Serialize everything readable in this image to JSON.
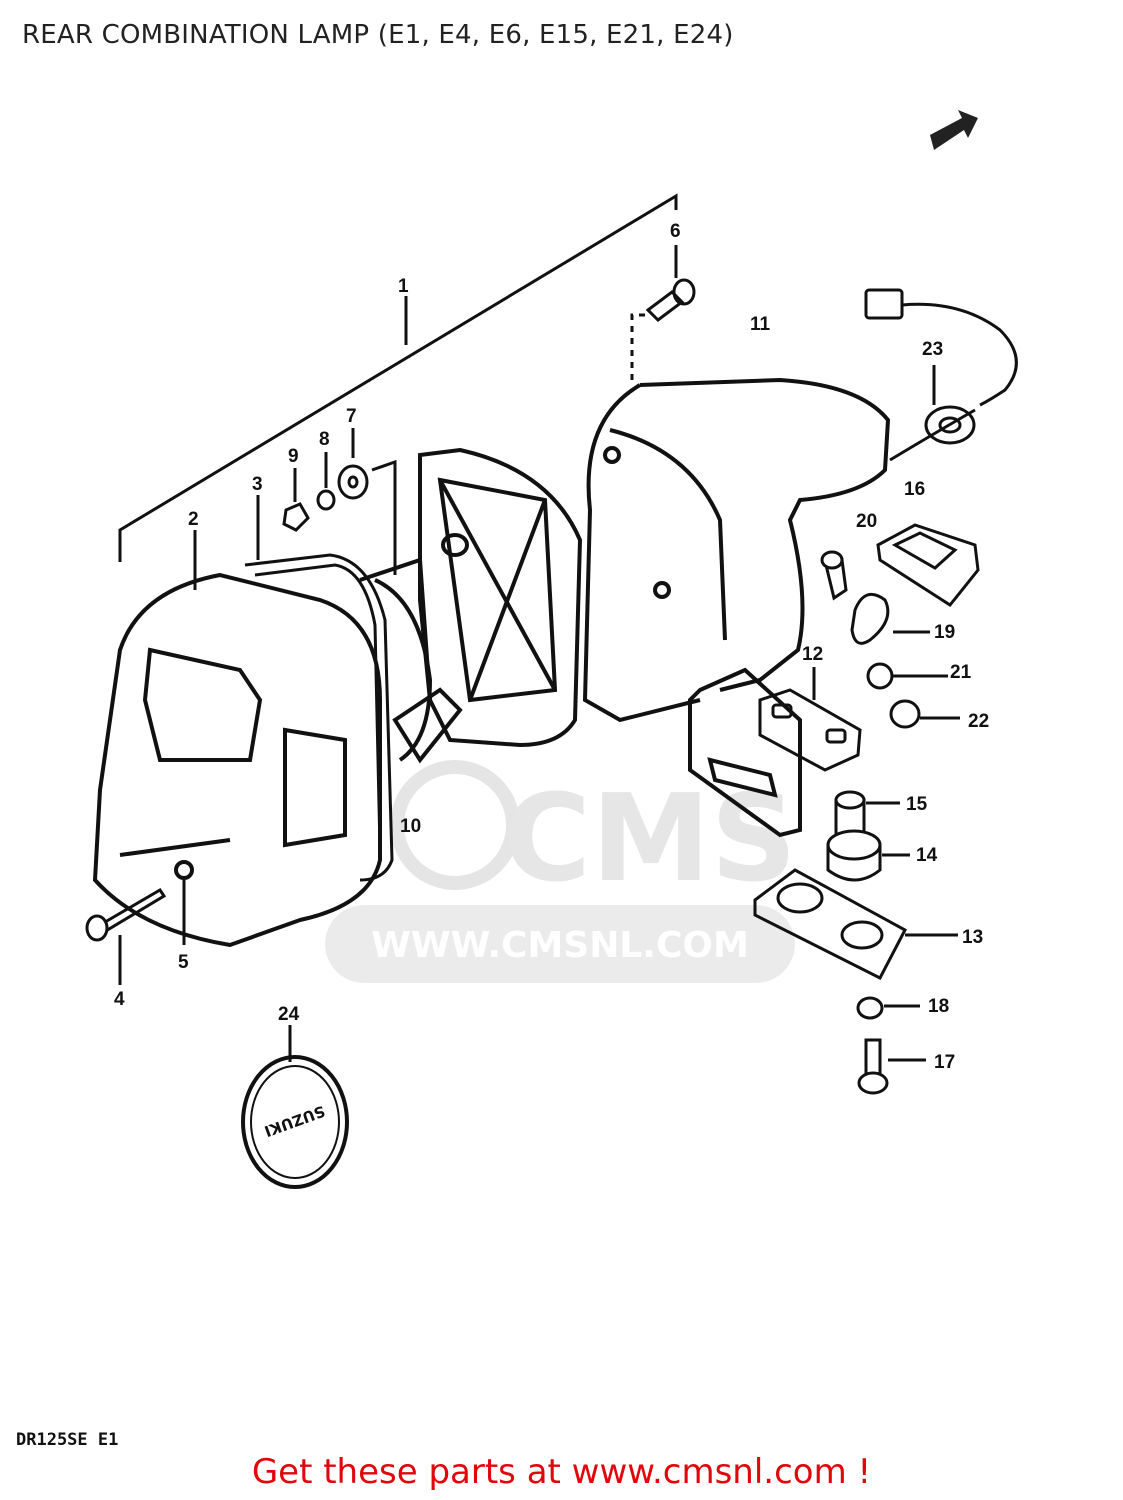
{
  "header": {
    "title": "REAR COMBINATION LAMP (E1, E4, E6, E15, E21, E24)"
  },
  "watermark": {
    "brand": "CMS",
    "url": "WWW.CMSNL.COM",
    "color": "#b8b8b8"
  },
  "callouts": [
    "1",
    "2",
    "3",
    "4",
    "5",
    "6",
    "7",
    "8",
    "9",
    "10",
    "11",
    "12",
    "13",
    "14",
    "15",
    "16",
    "17",
    "18",
    "19",
    "20",
    "21",
    "22",
    "23",
    "24"
  ],
  "badge_text": "SUZUKI",
  "model_code": "DR125SE E1",
  "footer": {
    "link_text": "Get these parts at www.cmsnl.com !",
    "color": "#e0060c"
  }
}
